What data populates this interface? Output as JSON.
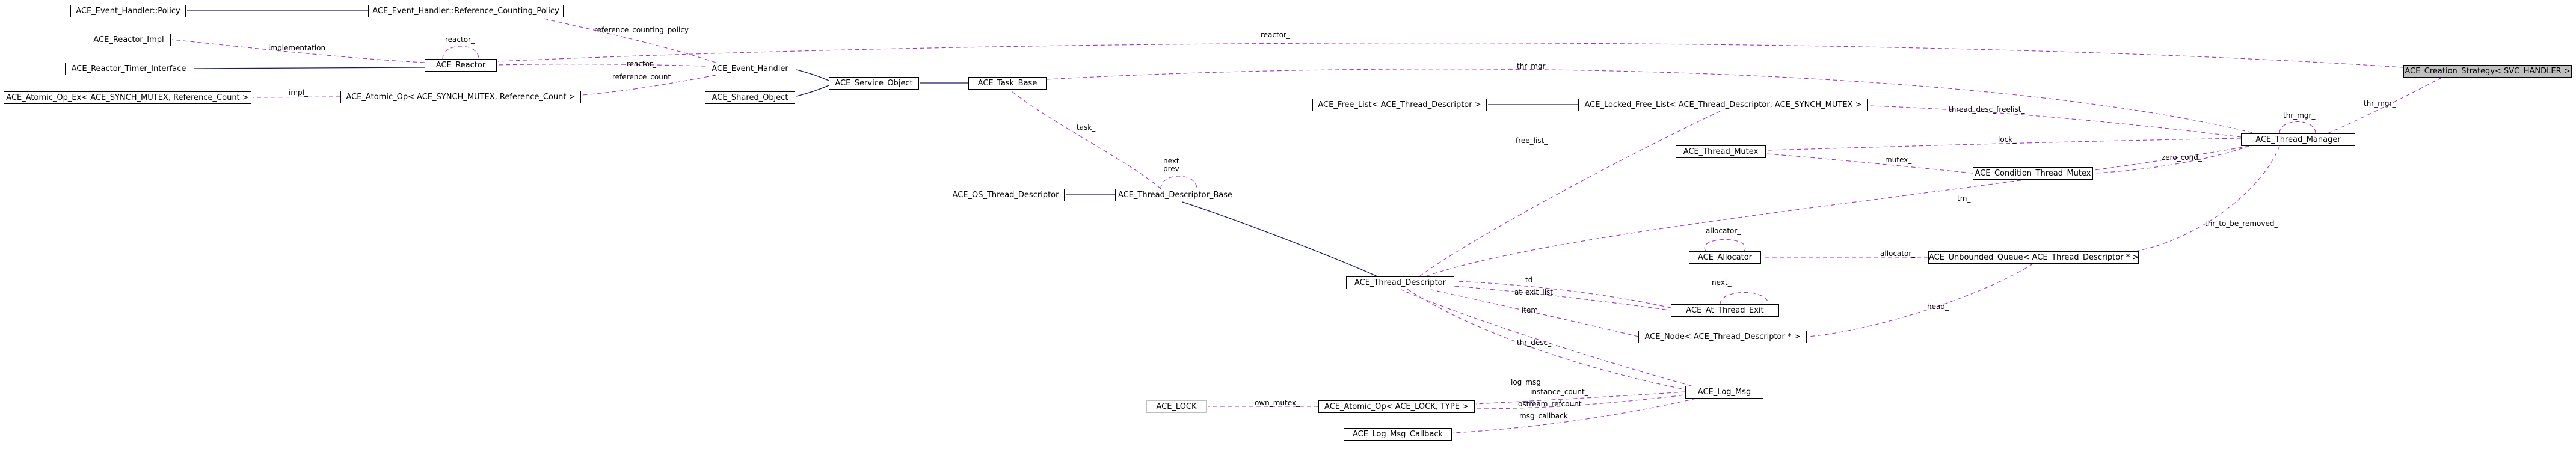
{
  "diagram": {
    "nodes": [
      {
        "id": "n_policy",
        "label": "ACE_Event_Handler::Policy"
      },
      {
        "id": "n_refpolicy",
        "label": "ACE_Event_Handler::Reference_Counting_Policy"
      },
      {
        "id": "n_reactor_impl",
        "label": "ACE_Reactor_Impl"
      },
      {
        "id": "n_reactor_timer",
        "label": "ACE_Reactor_Timer_Interface"
      },
      {
        "id": "n_reactor",
        "label": "ACE_Reactor"
      },
      {
        "id": "n_atomic_ex",
        "label": "ACE_Atomic_Op_Ex< ACE_SYNCH_MUTEX, Reference_Count >"
      },
      {
        "id": "n_atomic_mutex",
        "label": "ACE_Atomic_Op< ACE_SYNCH_MUTEX, Reference_Count >"
      },
      {
        "id": "n_event_handler",
        "label": "ACE_Event_Handler"
      },
      {
        "id": "n_shared_object",
        "label": "ACE_Shared_Object"
      },
      {
        "id": "n_service_object",
        "label": "ACE_Service_Object"
      },
      {
        "id": "n_task_base",
        "label": "ACE_Task_Base"
      },
      {
        "id": "n_os_td",
        "label": "ACE_OS_Thread_Descriptor"
      },
      {
        "id": "n_td_base",
        "label": "ACE_Thread_Descriptor_Base"
      },
      {
        "id": "n_free_list",
        "label": "ACE_Free_List< ACE_Thread_Descriptor >"
      },
      {
        "id": "n_locked_free_list",
        "label": "ACE_Locked_Free_List< ACE_Thread_Descriptor, ACE_SYNCH_MUTEX >"
      },
      {
        "id": "n_thread_mutex",
        "label": "ACE_Thread_Mutex"
      },
      {
        "id": "n_cond_mutex",
        "label": "ACE_Condition_Thread_Mutex"
      },
      {
        "id": "n_allocator",
        "label": "ACE_Allocator"
      },
      {
        "id": "n_unbounded_queue",
        "label": "ACE_Unbounded_Queue< ACE_Thread_Descriptor * >"
      },
      {
        "id": "n_thread_descriptor",
        "label": "ACE_Thread_Descriptor"
      },
      {
        "id": "n_at_thread_exit",
        "label": "ACE_At_Thread_Exit"
      },
      {
        "id": "n_node",
        "label": "ACE_Node< ACE_Thread_Descriptor * >"
      },
      {
        "id": "n_lock",
        "label": "ACE_LOCK"
      },
      {
        "id": "n_atomic_lock",
        "label": "ACE_Atomic_Op< ACE_LOCK, TYPE >"
      },
      {
        "id": "n_log_msg",
        "label": "ACE_Log_Msg"
      },
      {
        "id": "n_log_cb",
        "label": "ACE_Log_Msg_Callback"
      },
      {
        "id": "n_thread_manager",
        "label": "ACE_Thread_Manager"
      },
      {
        "id": "n_creation",
        "label": "ACE_Creation_Strategy< SVC_HANDLER >"
      }
    ],
    "edges": [
      {
        "id": "e_pol_ref",
        "from": "n_refpolicy",
        "to": "n_policy",
        "kind": "inherit",
        "label": ""
      },
      {
        "id": "e_react_impl",
        "from": "n_reactor",
        "to": "n_reactor_impl",
        "kind": "use",
        "label": "implementation_"
      },
      {
        "id": "e_react_timer",
        "from": "n_reactor",
        "to": "n_reactor_timer",
        "kind": "inherit",
        "label": ""
      },
      {
        "id": "e_react_self",
        "from": "n_reactor",
        "to": "n_reactor",
        "kind": "use",
        "label": "reactor_"
      },
      {
        "id": "e_ex_atomic",
        "from": "n_atomic_mutex",
        "to": "n_atomic_ex",
        "kind": "use",
        "label": "impl_"
      },
      {
        "id": "e_eh_ref",
        "from": "n_event_handler",
        "to": "n_refpolicy",
        "kind": "use",
        "label": "reference_counting_policy_"
      },
      {
        "id": "e_eh_react",
        "from": "n_event_handler",
        "to": "n_reactor",
        "kind": "use",
        "label": "reactor_"
      },
      {
        "id": "e_eh_count",
        "from": "n_event_handler",
        "to": "n_atomic_mutex",
        "kind": "use",
        "label": "reference_count_"
      },
      {
        "id": "e_so_eh",
        "from": "n_service_object",
        "to": "n_event_handler",
        "kind": "inherit",
        "label": ""
      },
      {
        "id": "e_so_shared",
        "from": "n_service_object",
        "to": "n_shared_object",
        "kind": "inherit",
        "label": ""
      },
      {
        "id": "e_tb_so",
        "from": "n_task_base",
        "to": "n_service_object",
        "kind": "inherit",
        "label": ""
      },
      {
        "id": "e_tdb_task",
        "from": "n_td_base",
        "to": "n_task_base",
        "kind": "use",
        "label": "task_"
      },
      {
        "id": "e_tdb_self",
        "from": "n_td_base",
        "to": "n_td_base",
        "kind": "use",
        "label": "next_\nprev_"
      },
      {
        "id": "e_tdb_os",
        "from": "n_td_base",
        "to": "n_os_td",
        "kind": "inherit",
        "label": ""
      },
      {
        "id": "e_td_tdb",
        "from": "n_thread_descriptor",
        "to": "n_td_base",
        "kind": "inherit",
        "label": ""
      },
      {
        "id": "e_lfl_fl",
        "from": "n_locked_free_list",
        "to": "n_free_list",
        "kind": "inherit",
        "label": ""
      },
      {
        "id": "e_td_freelist",
        "from": "n_locked_free_list",
        "to": "n_thread_descriptor",
        "kind": "use",
        "label": "free_list_"
      },
      {
        "id": "e_cond_mutex",
        "from": "n_cond_mutex",
        "to": "n_thread_mutex",
        "kind": "use",
        "label": "mutex_"
      },
      {
        "id": "e_alloc_self",
        "from": "n_allocator",
        "to": "n_allocator",
        "kind": "use",
        "label": "allocator_"
      },
      {
        "id": "e_uq_alloc",
        "from": "n_unbounded_queue",
        "to": "n_allocator",
        "kind": "use",
        "label": "allocator_"
      },
      {
        "id": "e_uq_node",
        "from": "n_unbounded_queue",
        "to": "n_node",
        "kind": "use",
        "label": "head_"
      },
      {
        "id": "e_atexit_self",
        "from": "n_at_thread_exit",
        "to": "n_at_thread_exit",
        "kind": "use",
        "label": "next_"
      },
      {
        "id": "e_atexit_td",
        "from": "n_at_thread_exit",
        "to": "n_thread_descriptor",
        "kind": "use",
        "label": "td_"
      },
      {
        "id": "e_td_atexit",
        "from": "n_thread_descriptor",
        "to": "n_at_thread_exit",
        "kind": "use",
        "label": "at_exit_list_"
      },
      {
        "id": "e_node_td",
        "from": "n_node",
        "to": "n_thread_descriptor",
        "kind": "use",
        "label": "item_"
      },
      {
        "id": "e_lm_td",
        "from": "n_log_msg",
        "to": "n_thread_descriptor",
        "kind": "use",
        "label": "thr_desc_"
      },
      {
        "id": "e_td_lm",
        "from": "n_thread_descriptor",
        "to": "n_log_msg",
        "kind": "use",
        "label": "log_msg_"
      },
      {
        "id": "e_al_lock",
        "from": "n_atomic_lock",
        "to": "n_lock",
        "kind": "use",
        "label": "own_mutex_"
      },
      {
        "id": "e_lm_atomic",
        "from": "n_log_msg",
        "to": "n_atomic_lock",
        "kind": "use",
        "label": "instance_count_"
      },
      {
        "id": "e_lm_ostream",
        "from": "n_log_msg",
        "to": "n_atomic_lock",
        "kind": "use",
        "label": "ostream_refcount_"
      },
      {
        "id": "e_lm_cb",
        "from": "n_log_msg",
        "to": "n_log_cb",
        "kind": "use",
        "label": "msg_callback_"
      },
      {
        "id": "e_tm_lfl",
        "from": "n_thread_manager",
        "to": "n_locked_free_list",
        "kind": "use",
        "label": "thread_desc_freelist_"
      },
      {
        "id": "e_tm_lock",
        "from": "n_thread_manager",
        "to": "n_thread_mutex",
        "kind": "use",
        "label": "lock_"
      },
      {
        "id": "e_tm_cond",
        "from": "n_thread_manager",
        "to": "n_cond_mutex",
        "kind": "use",
        "label": "zero_cond_"
      },
      {
        "id": "e_tm_td",
        "from": "n_thread_manager",
        "to": "n_thread_descriptor",
        "kind": "use",
        "label": "tm_"
      },
      {
        "id": "e_tm_uq",
        "from": "n_thread_manager",
        "to": "n_unbounded_queue",
        "kind": "use",
        "label": "thr_to_be_removed_"
      },
      {
        "id": "e_tm_self",
        "from": "n_thread_manager",
        "to": "n_thread_manager",
        "kind": "use",
        "label": "thr_mgr_"
      },
      {
        "id": "e_tb_tm",
        "from": "n_task_base",
        "to": "n_thread_manager",
        "kind": "use",
        "label": "thr_mgr_"
      },
      {
        "id": "e_cs_tm",
        "from": "n_creation",
        "to": "n_thread_manager",
        "kind": "use",
        "label": "thr_mgr_"
      },
      {
        "id": "e_cs_react",
        "from": "n_creation",
        "to": "n_reactor",
        "kind": "use",
        "label": "reactor_"
      }
    ]
  }
}
